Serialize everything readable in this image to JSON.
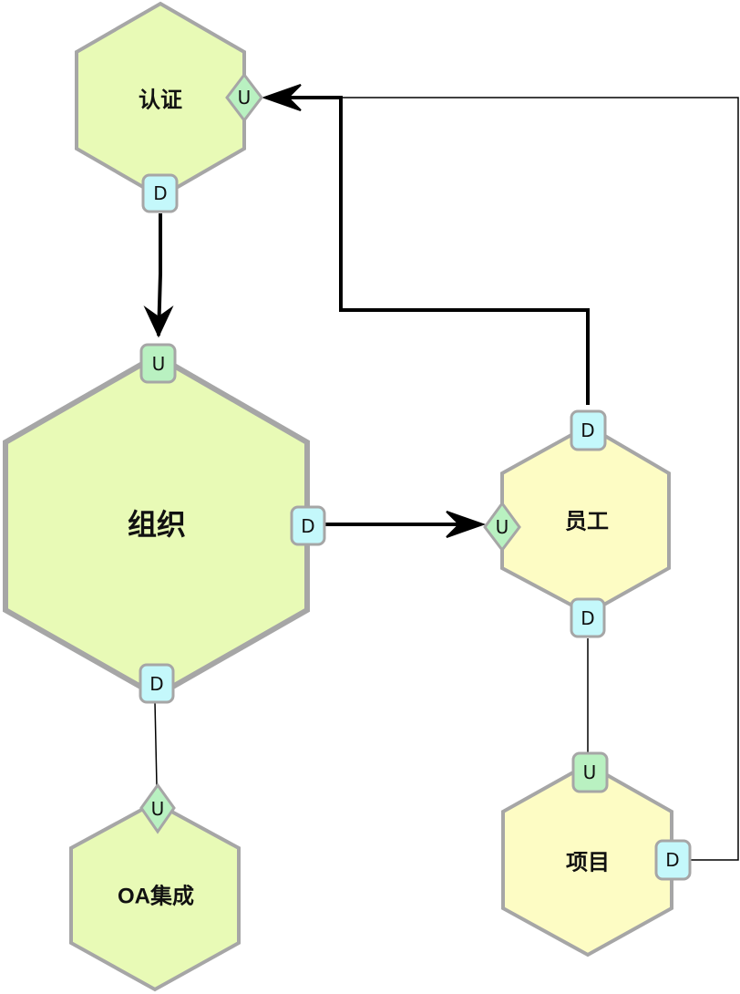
{
  "colors": {
    "hex_stroke": "#a6a6a6",
    "hex_green_fill": "#e8fab6",
    "hex_yellow_fill": "#fdfcc4",
    "port_d_fill": "#c4f8fb",
    "port_u_fill": "#b9f1c1",
    "connector": "#000000"
  },
  "nodes": {
    "auth": {
      "label": "认证",
      "ports": {
        "u": "U",
        "d": "D"
      }
    },
    "org": {
      "label": "组织",
      "ports": {
        "u": "U",
        "d_right": "D",
        "d_bottom": "D"
      }
    },
    "staff": {
      "label": "员工",
      "ports": {
        "u": "U",
        "d_top": "D",
        "d_bottom": "D"
      }
    },
    "oa": {
      "label": "OA集成",
      "ports": {
        "u": "U"
      }
    },
    "project": {
      "label": "项目",
      "ports": {
        "u": "U",
        "d": "D"
      }
    }
  }
}
